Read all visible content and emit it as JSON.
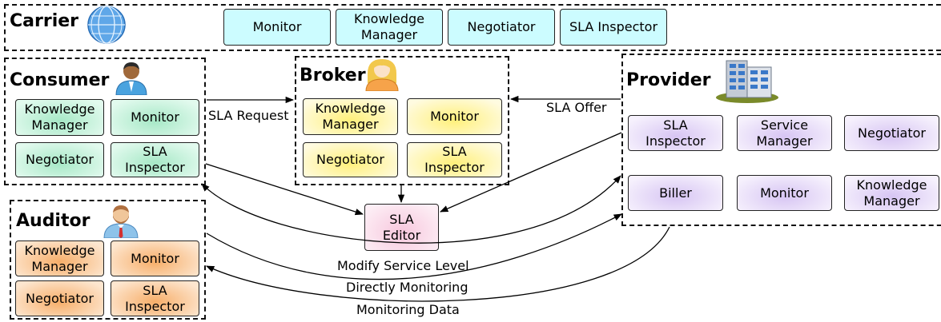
{
  "carrier": {
    "title": "Carrier",
    "icon": "globe-icon",
    "components": [
      "Monitor",
      "Knowledge\nManager",
      "Negotiator",
      "SLA Inspector"
    ]
  },
  "consumer": {
    "title": "Consumer",
    "icon": "person-icon",
    "components": [
      "Knowledge\nManager",
      "Monitor",
      "Negotiator",
      "SLA\nInspector"
    ]
  },
  "broker": {
    "title": "Broker",
    "icon": "person-female-icon",
    "components": [
      "Knowledge\nManager",
      "Monitor",
      "Negotiator",
      "SLA\nInspector"
    ]
  },
  "provider": {
    "title": "Provider",
    "icon": "building-icon",
    "components": [
      "SLA\nInspector",
      "Service\nManager",
      "Negotiator",
      "Biller",
      "Monitor",
      "Knowledge\nManager"
    ]
  },
  "auditor": {
    "title": "Auditor",
    "icon": "person-icon",
    "components": [
      "Knowledge\nManager",
      "Monitor",
      "Negotiator",
      "SLA\nInspector"
    ]
  },
  "sla_editor": {
    "label": "SLA\nEditor"
  },
  "edges": {
    "sla_request": "SLA Request",
    "sla_offer": "SLA Offer",
    "modify_service_level": "Modify Service Level",
    "directly_monitoring": "Directly Monitoring",
    "monitoring_data": "Monitoring Data"
  }
}
